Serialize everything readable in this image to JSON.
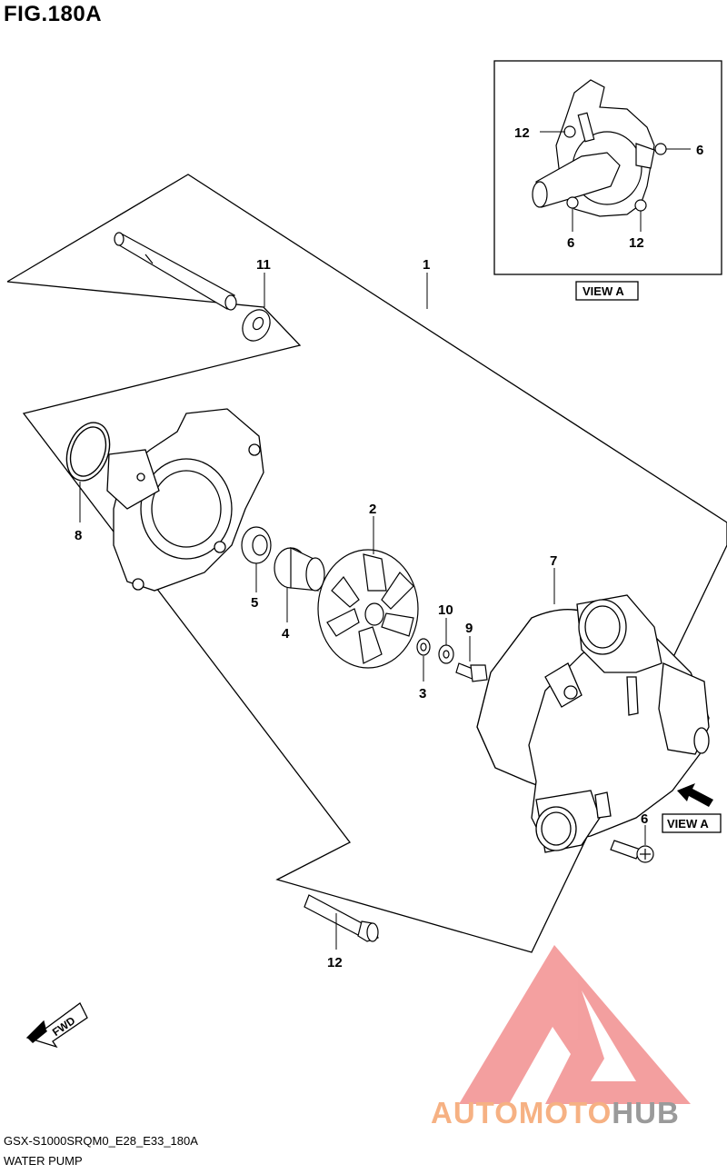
{
  "figure": {
    "title": "FIG.180A"
  },
  "footer": {
    "model_code": "GSX-S1000SRQM0_E28_E33_180A",
    "name": "WATER PUMP"
  },
  "view_labels": {
    "inset": "VIEW A",
    "arrow": "VIEW A"
  },
  "callouts": {
    "c1": "1",
    "c2": "2",
    "c3": "3",
    "c4": "4",
    "c5": "5",
    "c6": "6",
    "c7": "7",
    "c8": "8",
    "c9": "9",
    "c10": "10",
    "c11": "11",
    "c12": "12",
    "inset_12a": "12",
    "inset_6a": "6",
    "inset_6b": "6",
    "inset_12b": "12"
  },
  "fwd": "FWD",
  "watermark": {
    "part1": "AUTOMOTO",
    "part2": "HUB",
    "color1": "#f6b183",
    "color2": "#9a9a9a",
    "logo_color": "#f08080"
  }
}
